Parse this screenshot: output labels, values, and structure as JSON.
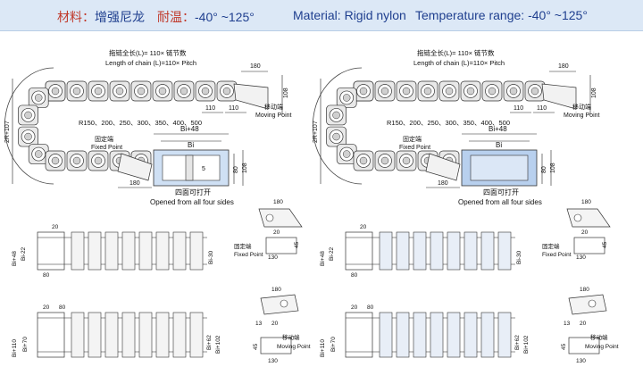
{
  "header": {
    "material_cn_label": "材料：",
    "material_cn_value": "增强尼龙",
    "temp_cn_label": "耐温：",
    "temp_cn_value": "-40° ~125°",
    "material_en_label": "Material:",
    "material_en_value": "Rigid nylon",
    "temp_en_label": "Temperature range:",
    "temp_en_value": "-40° ~125°"
  },
  "colors": {
    "header_bg": "#dce8f6",
    "label_blue": "#1f3f8f",
    "link_fill": "#e6e6e6",
    "cover_blue": "#b8d0ee"
  },
  "diagram": {
    "chain_length_cn": "拖链全长(L)= 110× 链节数",
    "chain_length_en": "Length of chain (L)=110× Pitch",
    "radius_values": "R150、200、250、300、350、400、500",
    "height_label": "2R+107",
    "fixed_point_cn": "固定端",
    "fixed_point_en": "Fixed Point",
    "moving_point_cn": "移动端",
    "moving_point_en": "Moving Point",
    "opened_cn": "四面可打开",
    "opened_en": "Opened from all four sides",
    "bi_plus": "Bi+48",
    "bi": "Bi",
    "dim_180": "180",
    "dim_110": "110",
    "dim_108": "108",
    "dim_80": "80",
    "dim_5": "5",
    "dim_20": "20",
    "dim_13": "13",
    "dim_45": "45",
    "dim_130": "130",
    "bi_48": "Bi+48",
    "bi_22": "Bi-22",
    "bi_30": "Bi-30",
    "bi_110": "Bi+110",
    "bi_70": "Bi+70",
    "bi_62": "Bi+62",
    "bi_102": "Bi+102"
  }
}
